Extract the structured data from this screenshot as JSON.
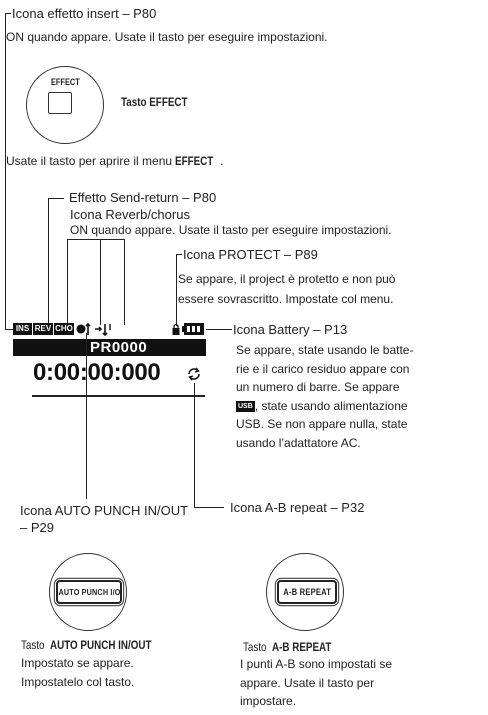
{
  "insert_effect": {
    "title": "Icona effetto insert – P80",
    "desc": "ON quando appare. Usate il tasto per eseguire impostazioni."
  },
  "effect_button": {
    "key_label": "EFFECT",
    "caption": "Tasto EFFECT",
    "desc_prefix": "Usate il tasto per aprire il menu ",
    "desc_bold": "EFFECT",
    "desc_suffix": "."
  },
  "send_return": {
    "title": "Effetto Send-return – P80"
  },
  "reverb_chorus": {
    "title": "Icona Reverb/chorus",
    "desc": "ON quando appare. Usate il tasto per eseguire impostazioni."
  },
  "protect": {
    "title": "Icona PROTECT – P89",
    "desc_line1": "Se appare, il project è protetto e non può",
    "desc_line2": "essere sovrascritto. Impostate col menu."
  },
  "battery": {
    "title": "Icona Battery – P13",
    "line1": "Se appare, state usando le batte-",
    "line2": "rie e il carico residuo appare con",
    "line3": "un numero di barre. Se appare",
    "usb_icon": "USB",
    "line4": ", state usando alimentazione",
    "line5": "USB. Se non appare nulla, state",
    "line6": "usando l’adattatore AC."
  },
  "lcd": {
    "icons": [
      "INS",
      "REV",
      "CHO"
    ],
    "project": "PR0000",
    "time": "0:00:00:000",
    "battery_icon": "battery-icon",
    "punch_icon": "punch-in-out-icon",
    "ab_icon": "ab-repeat-icon"
  },
  "auto_punch": {
    "title_line1": "Icona AUTO PUNCH IN/OUT",
    "title_line2": "– P29",
    "key_label": "AUTO PUNCH I/O",
    "caption_prefix": "Tasto ",
    "caption_bold": "AUTO PUNCH IN/OUT",
    "desc_line1": "Impostato se appare.",
    "desc_line2": "Impostatelo col tasto."
  },
  "ab_repeat": {
    "title": "Icona A-B repeat – P32",
    "key_label": "A-B REPEAT",
    "caption_prefix": "Tasto ",
    "caption_bold": "A-B REPEAT",
    "desc_line1": "I punti A-B sono impostati se",
    "desc_line2": "appare. Usate il tasto per",
    "desc_line3": "impostare."
  }
}
